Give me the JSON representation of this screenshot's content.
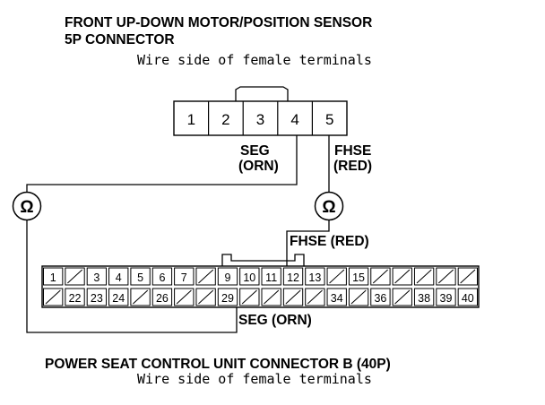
{
  "sensor_connector": {
    "title_line1": "FRONT UP-DOWN MOTOR/POSITION SENSOR",
    "title_line2": "5P CONNECTOR",
    "subtitle": "Wire side of female terminals",
    "pins": [
      "1",
      "2",
      "3",
      "4",
      "5"
    ]
  },
  "wires": {
    "seg_name": "SEG",
    "seg_color": "(ORN)",
    "fhse_name": "FHSE",
    "fhse_color": "(RED)",
    "fhse_full": "FHSE (RED)",
    "seg_full": "SEG (ORN)"
  },
  "meters": {
    "symbol": "Ω",
    "left_meter": "ohmmeter",
    "right_meter": "ohmmeter"
  },
  "control_unit_connector": {
    "title": "POWER SEAT CONTROL UNIT CONNECTOR B (40P)",
    "subtitle": "Wire side of female terminals",
    "row1": [
      "1",
      "",
      "3",
      "4",
      "5",
      "6",
      "7",
      "",
      "9",
      "10",
      "11",
      "12",
      "13",
      "",
      "15",
      "",
      "",
      "",
      "",
      ""
    ],
    "row2": [
      "",
      "22",
      "23",
      "24",
      "",
      "26",
      "",
      "",
      "29",
      "",
      "",
      "",
      "",
      "34",
      "",
      "36",
      "",
      "38",
      "39",
      "40"
    ]
  }
}
